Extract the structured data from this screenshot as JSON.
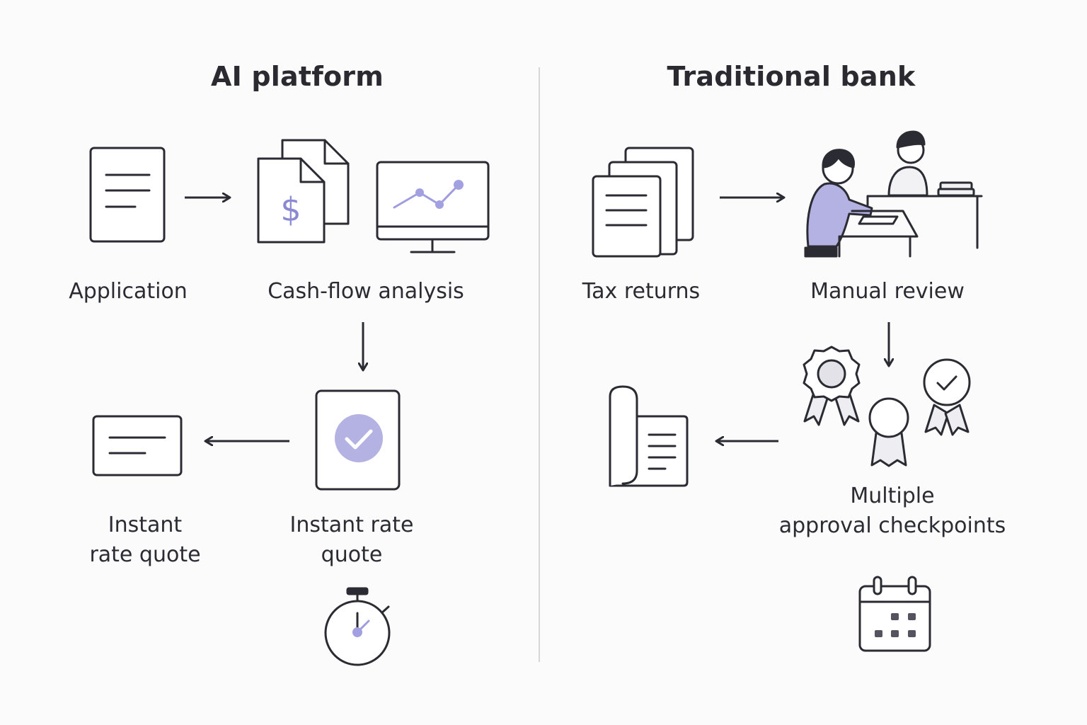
{
  "headings": {
    "ai": "AI platform",
    "bank": "Traditional bank"
  },
  "ai_steps": {
    "application": "Application",
    "cashflow": "Cash-flow analysis",
    "instant_rate_right_line1": "Instant rate",
    "instant_rate_right_line2": "quote",
    "instant_rate_left_line1": "Instant",
    "instant_rate_left_line2": "rate quote"
  },
  "bank_steps": {
    "tax_returns": "Tax returns",
    "manual_review": "Manual review",
    "approvals_line1": "Multiple",
    "approvals_line2": "approval checkpoints"
  },
  "icons": {
    "application": "document-icon",
    "cashflow_docs": "dollar-documents-icon",
    "cashflow_monitor": "chart-monitor-icon",
    "rate_approved": "check-document-icon",
    "rate_quote": "quote-card-icon",
    "stopwatch": "stopwatch-icon",
    "tax_returns": "stacked-documents-icon",
    "manual_review": "people-desk-icon",
    "approvals": "award-ribbons-icon",
    "scroll": "scroll-document-icon",
    "calendar": "calendar-icon"
  },
  "colors": {
    "accent": "#b4b2e3",
    "stroke": "#2b2b33",
    "divider": "#d7d7d7"
  }
}
